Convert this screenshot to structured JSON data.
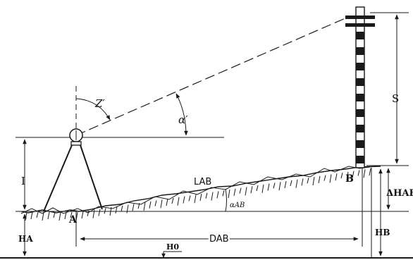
{
  "labels": {
    "zenith_angle": "Z′",
    "vertical_angle": "α′",
    "slope_distance": "S",
    "instrument_height": "I",
    "slope_line": "LAB",
    "ground_angle": "αAB",
    "point_a": "A",
    "point_b": "B",
    "height_diff": "ΔHAB",
    "height_a": "HA",
    "height_b": "HB",
    "datum": "H0",
    "horizontal_distance": "DAB"
  },
  "colors": {
    "line": "#1a1a1a",
    "background": "#ffffff"
  }
}
